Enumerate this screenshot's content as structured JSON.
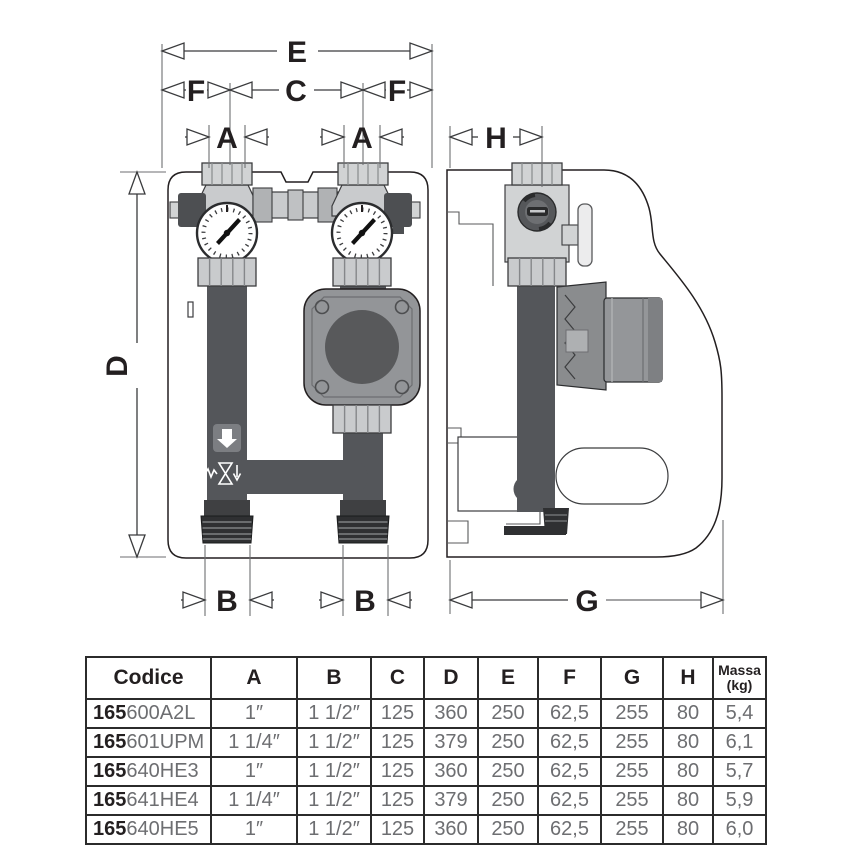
{
  "diagram": {
    "title_semantic": "hydraulic pump unit technical drawing, front view and side view",
    "dims": {
      "e": "E",
      "f": "F",
      "c": "C",
      "a": "A",
      "h": "H",
      "d": "D",
      "b": "B",
      "g": "G"
    },
    "icons": [
      "flow-direction-down-arrow-icon",
      "safety-valve-icon",
      "temperature-gauge",
      "pump",
      "shut-off-valve-knob",
      "valve-handle"
    ],
    "colors": {
      "outline": "#231f20",
      "pipe_dark": "#54565a",
      "metal_light": "#d1d3d4",
      "metal_mid": "#939598",
      "pump_circle": "#58595b",
      "table_text_gray": "#6d6e71"
    }
  },
  "table": {
    "headers": [
      "Codice",
      "A",
      "B",
      "C",
      "D",
      "E",
      "F",
      "G",
      "H"
    ],
    "massa_header": {
      "line1": "Massa",
      "line2": "(kg)"
    },
    "rows": [
      {
        "code_prefix": "165",
        "code_suffix": "600A2L",
        "values": [
          "1″",
          "1 1/2″",
          "125",
          "360",
          "250",
          "62,5",
          "255",
          "80",
          "5,4"
        ]
      },
      {
        "code_prefix": "165",
        "code_suffix": "601UPM",
        "values": [
          "1 1/4″",
          "1 1/2″",
          "125",
          "379",
          "250",
          "62,5",
          "255",
          "80",
          "6,1"
        ]
      },
      {
        "code_prefix": "165",
        "code_suffix": "640HE3",
        "values": [
          "1″",
          "1 1/2″",
          "125",
          "360",
          "250",
          "62,5",
          "255",
          "80",
          "5,7"
        ]
      },
      {
        "code_prefix": "165",
        "code_suffix": "641HE4",
        "values": [
          "1 1/4″",
          "1 1/2″",
          "125",
          "379",
          "250",
          "62,5",
          "255",
          "80",
          "5,9"
        ]
      },
      {
        "code_prefix": "165",
        "code_suffix": "640HE5",
        "values": [
          "1″",
          "1 1/2″",
          "125",
          "360",
          "250",
          "62,5",
          "255",
          "80",
          "6,0"
        ]
      }
    ]
  }
}
